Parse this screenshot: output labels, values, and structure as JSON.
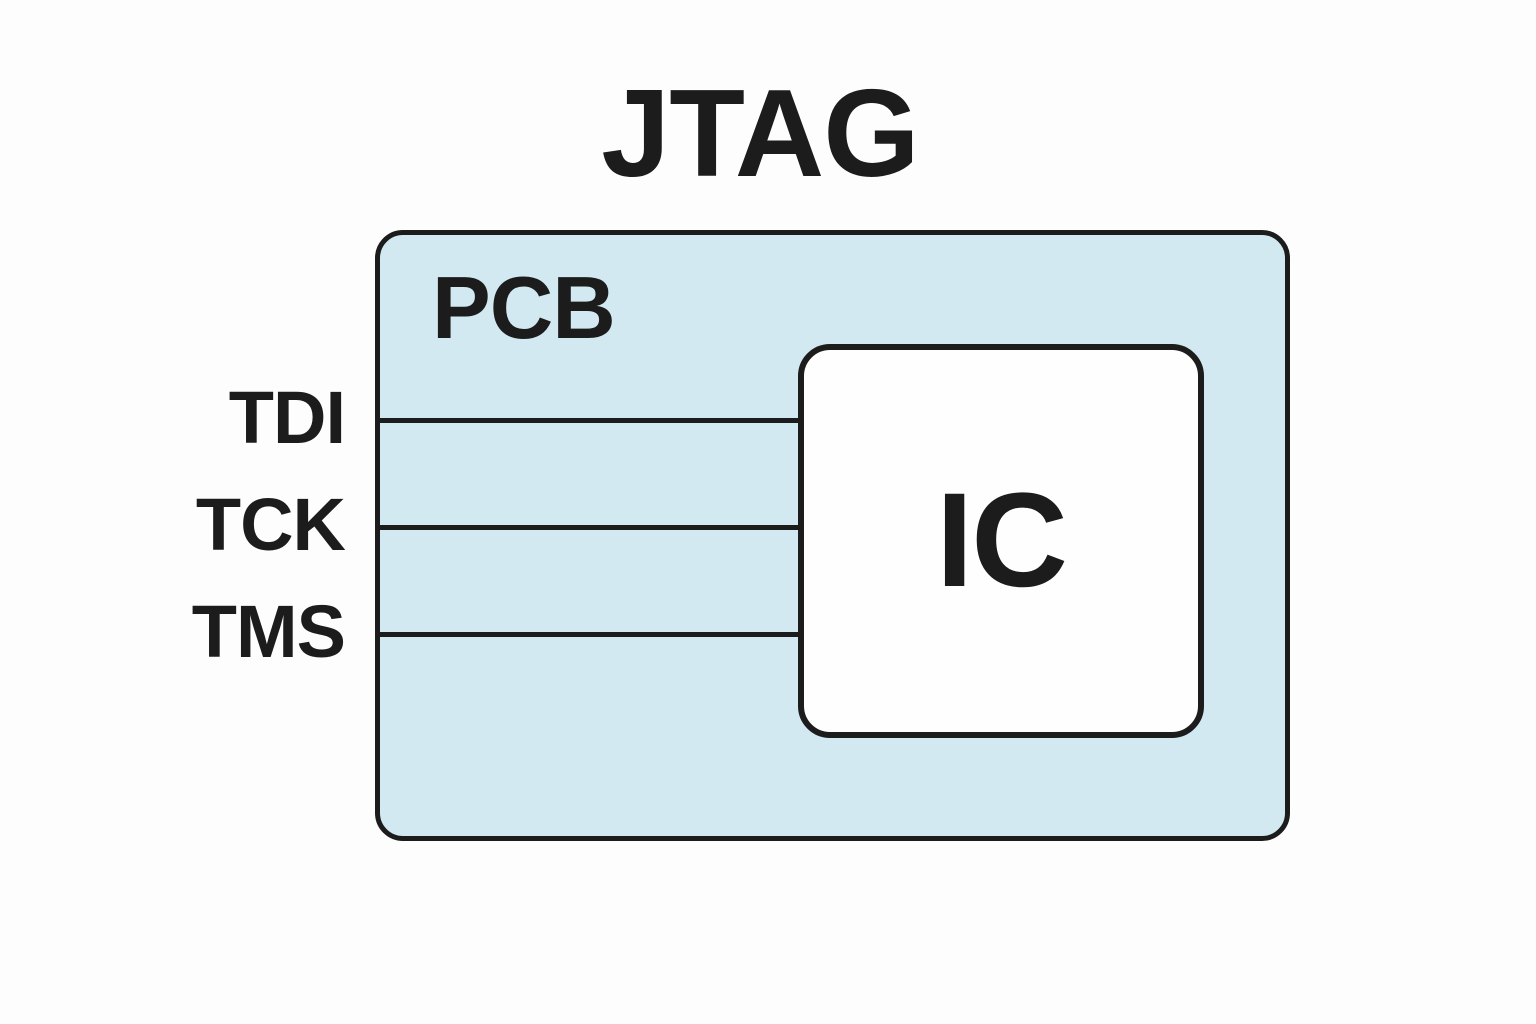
{
  "colors": {
    "background": "#fdfdfd",
    "pcb_fill": "#d2e9f1",
    "ic_fill": "#fefefe",
    "stroke": "#1c1c1c",
    "text": "#1c1c1c"
  },
  "diagram": {
    "title": "JTAG",
    "pcb_label": "PCB",
    "ic_label": "IC",
    "signals": [
      "TDI",
      "TCK",
      "TMS"
    ]
  }
}
